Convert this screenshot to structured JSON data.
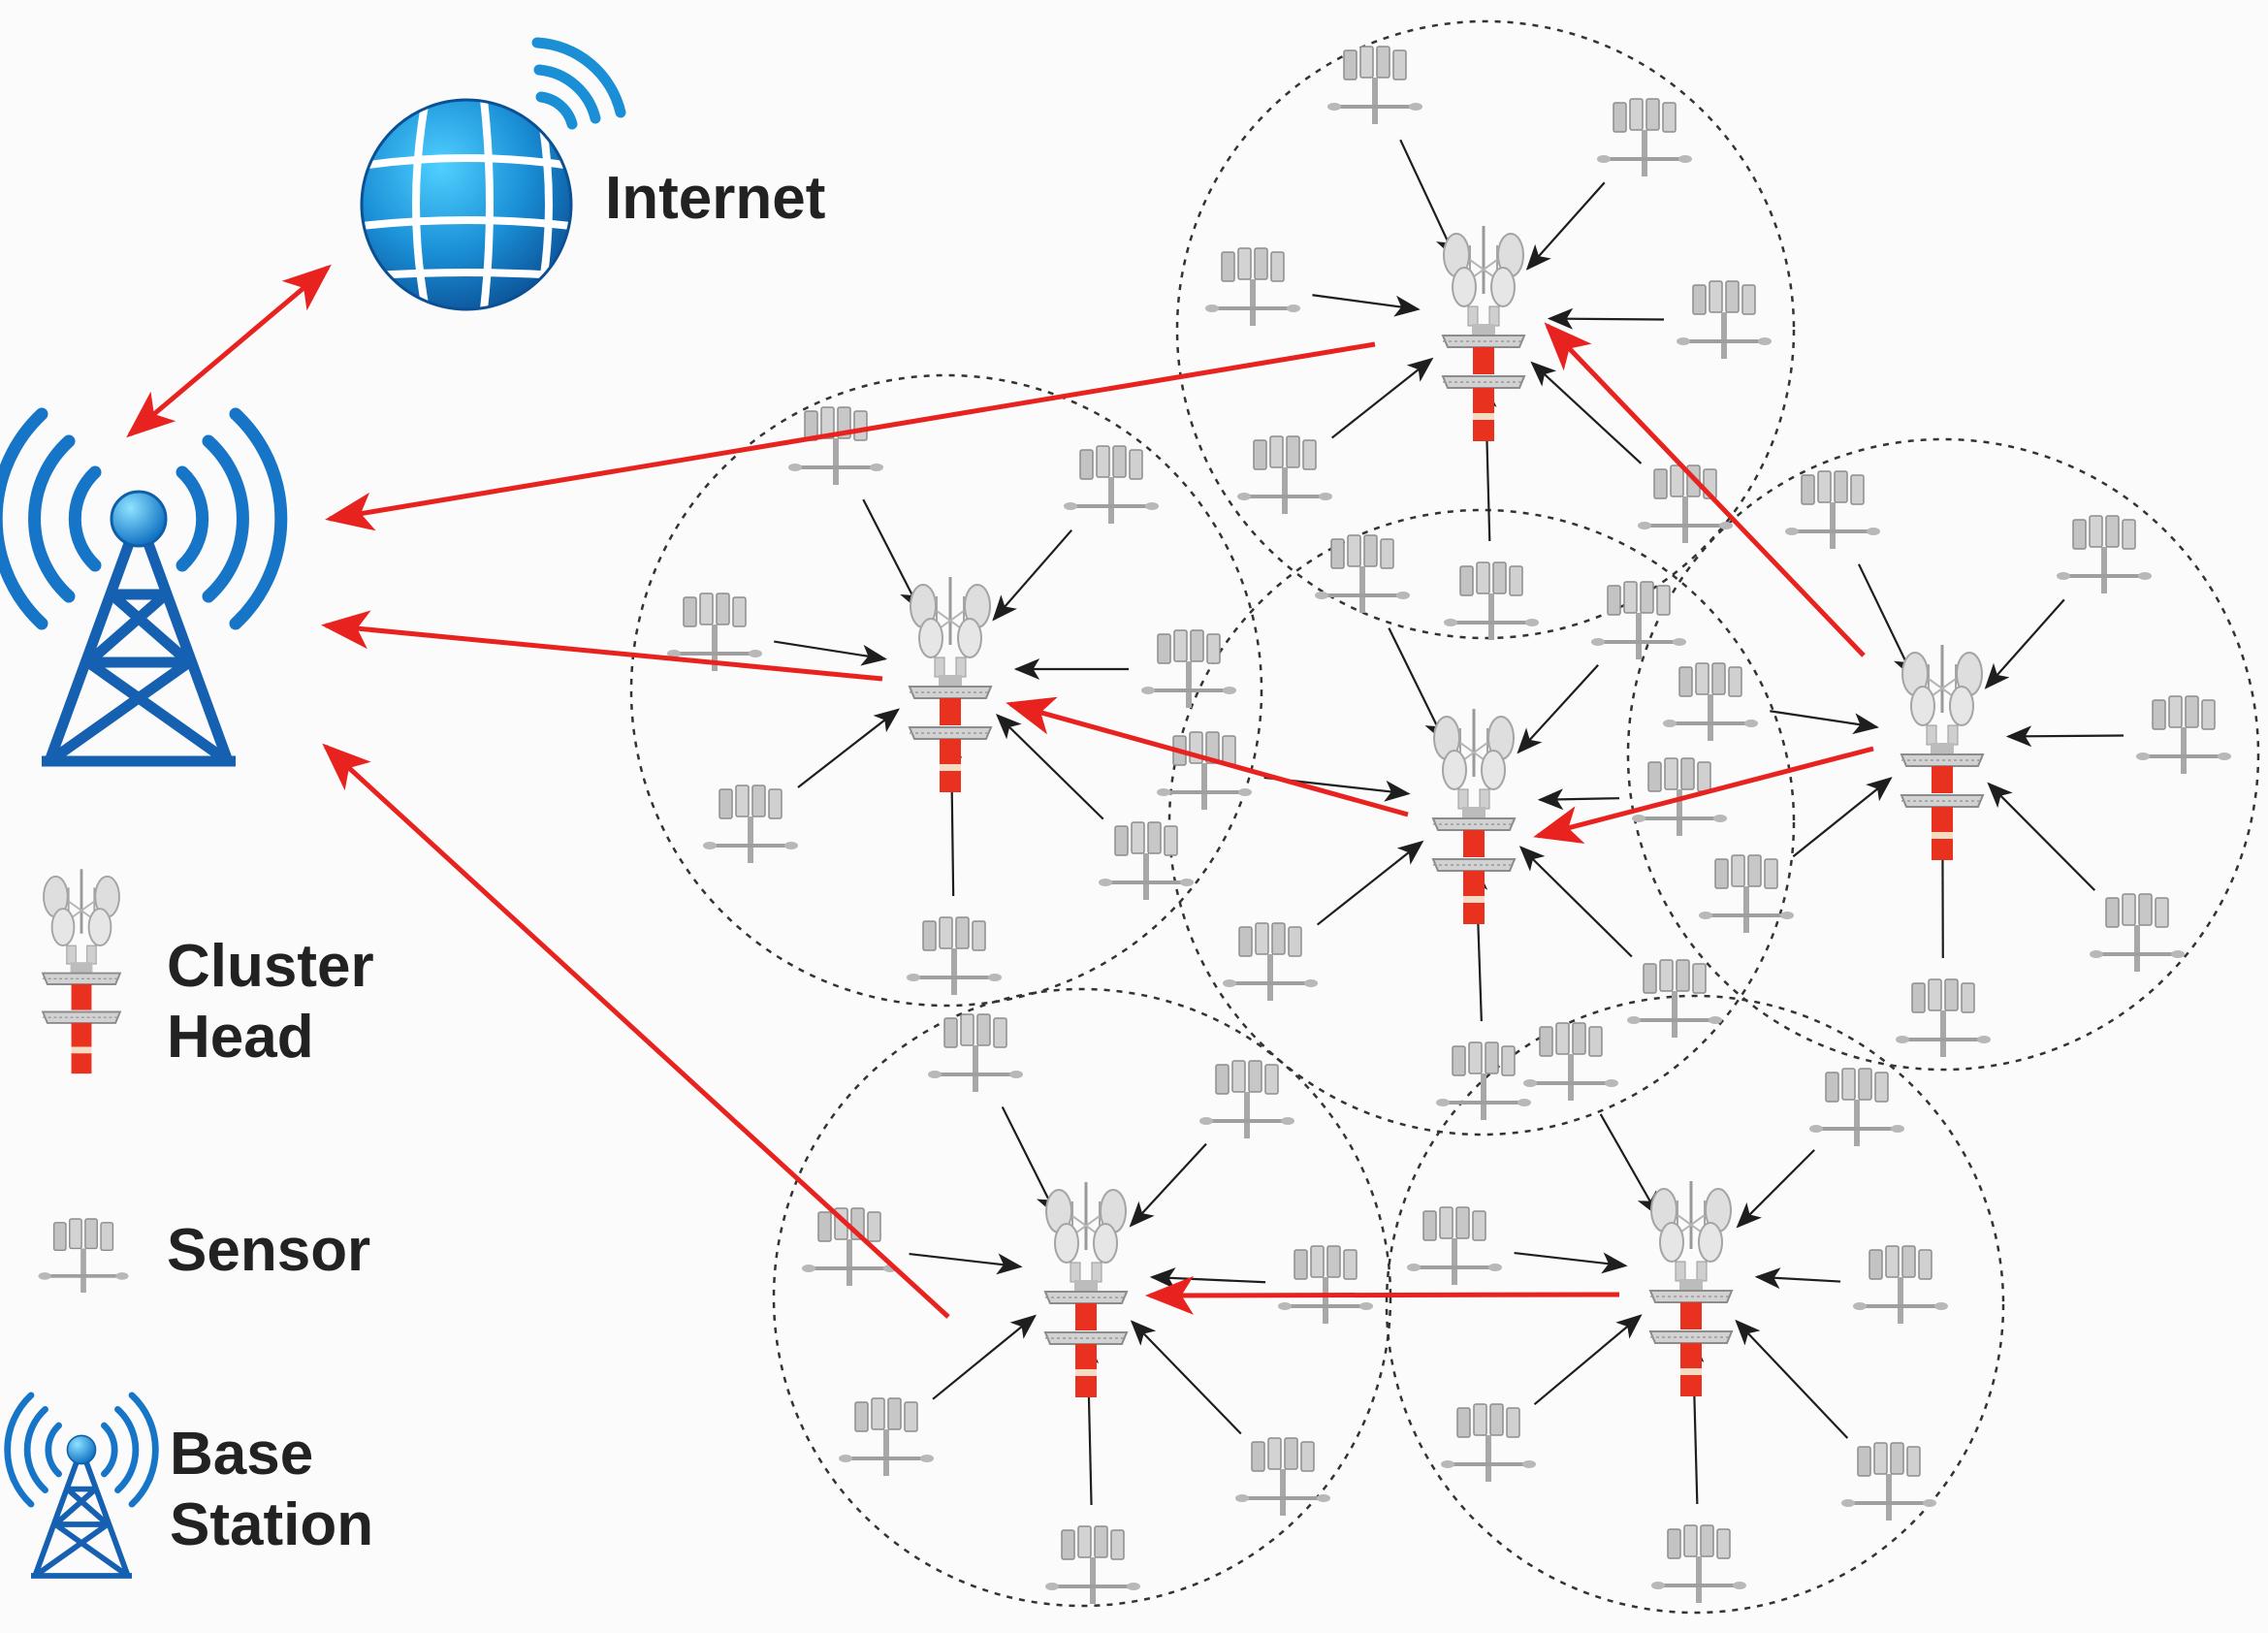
{
  "labels": {
    "internet": "Internet",
    "cluster_head": "Cluster\nHead",
    "sensor": "Sensor",
    "base_station": "Base\nStation"
  },
  "colors": {
    "globe": "#1a8fd6",
    "globe_dark": "#0b4f94",
    "base_station": "#1560b0",
    "hop_arrow": "#e8231f",
    "sensor_arrow": "#1e1e1e",
    "tower_red": "#e8321f",
    "sensor_gray": "#b5b5b5",
    "cluster_boundary": "#333333"
  },
  "icons": [
    "globe-icon",
    "wifi-waves-icon",
    "base-station-icon",
    "cluster-head-tower-icon",
    "sensor-icon"
  ]
}
